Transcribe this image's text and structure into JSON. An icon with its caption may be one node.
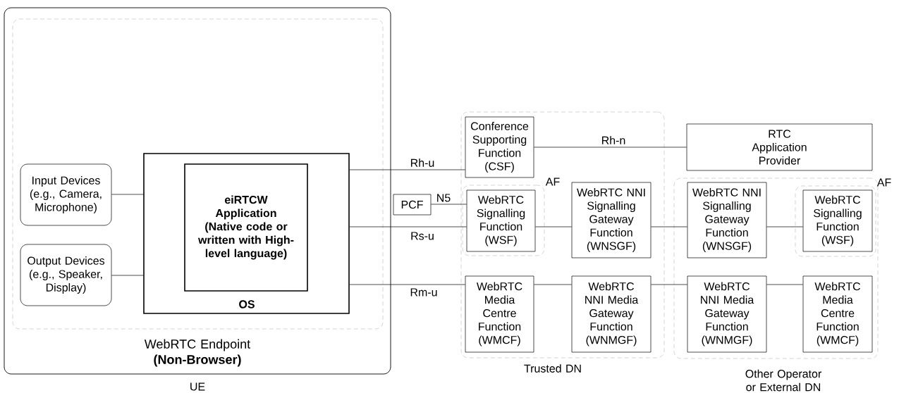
{
  "diagram": {
    "nodes": [
      {
        "text": [
          "UE"
        ]
      },
      {
        "text": [
          "WebRTC Endpoint **(Non-Browser)**"
        ],
        "in": 0
      },
      {
        "text": [
          "Input Devices (e.g., Camera, Microphone)"
        ],
        "in": 1
      },
      {
        "text": [
          "Output Devices (e.g., Speaker, Display)"
        ],
        "in": 1
      },
      {
        "text": [
          "OS"
        ],
        "in": 1
      },
      {
        "text": [
          "eiRTCW Application (Native code or written with High-level language)"
        ],
        "in": 4
      },
      {
        "text": [
          "Trusted DN"
        ]
      },
      {
        "text": [
          "Conference Supporting Function (CSF)"
        ],
        "in": 6
      },
      {
        "text": [],
        "shape": "box",
        "beside": [
          "AF"
        ],
        "in": 6
      },
      {
        "text": [
          "PCF"
        ]
      },
      {
        "text": [
          "WebRTC Signalling Function (WSF)"
        ],
        "in": 8
      },
      {
        "text": [
          "WebRTC NNI Signalling Gateway Function (WNSGF)"
        ],
        "in": 6
      },
      {
        "text": [
          "WebRTC Media Centre Function (WMCF)"
        ],
        "in": 6
      },
      {
        "text": [
          "WebRTC NNI Media Gateway Function (WNMGF)"
        ],
        "in": 6
      },
      {
        "text": [
          "RTC Application Provider"
        ]
      },
      {
        "text": [
          "Other Operator or External DN"
        ]
      },
      {
        "text": [],
        "shape": "box",
        "beside": [
          "AF"
        ],
        "in": 15
      },
      {
        "text": [
          "WebRTC NNI Signalling Gateway Function (WNSGF)"
        ],
        "in": 15
      },
      {
        "text": [
          "WebRTC Signalling Function (WSF)"
        ],
        "in": 16
      },
      {
        "text": [
          "WebRTC NNI Media Gateway Function (WNMGF)"
        ],
        "in": 15
      },
      {
        "text": [
          "WebRTC Media Centre Function (WMCF)"
        ],
        "in": 15
      }
    ],
    "edges": [
      {
        "from": 2,
        "to": 4,
        "arrow": "none"
      },
      {
        "from": 3,
        "to": 4,
        "arrow": "none"
      },
      {
        "from": 4,
        "to": 7,
        "arrow": "none",
        "label": "Rh-u"
      },
      {
        "from": 4,
        "to": 10,
        "arrow": "none",
        "label": "Rs-u"
      },
      {
        "from": 4,
        "to": 12,
        "arrow": "none",
        "label": "Rm-u"
      },
      {
        "from": 9,
        "to": 10,
        "arrow": "none",
        "label": "N5"
      },
      {
        "from": 7,
        "to": 14,
        "arrow": "none",
        "label": "Rh-n"
      },
      {
        "from": 10,
        "to": 11,
        "arrow": "none"
      },
      {
        "from": 11,
        "to": 17,
        "arrow": "none"
      },
      {
        "from": 17,
        "to": 18,
        "arrow": "none"
      },
      {
        "from": 12,
        "to": 13,
        "arrow": "none"
      },
      {
        "from": 13,
        "to": 19,
        "arrow": "none"
      },
      {
        "from": 19,
        "to": 20,
        "arrow": "none"
      }
    ]
  }
}
